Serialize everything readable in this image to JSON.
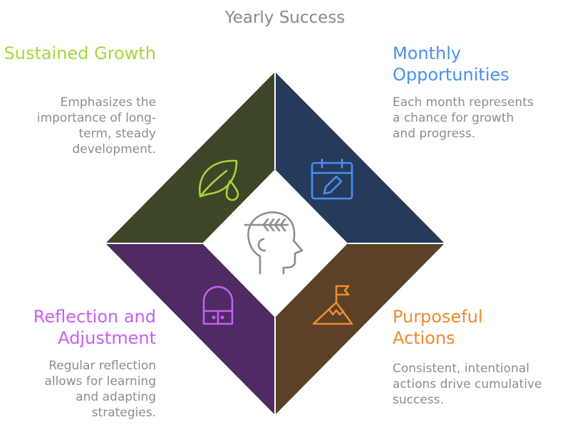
{
  "title": "Yearly Success",
  "quadrants": [
    {
      "heading": "Sustained Growth",
      "description": "Emphasizes the importance of long-term, steady development.",
      "color": "#a7d63a",
      "fill": "#3e4628",
      "icon": "leaf-drop-icon"
    },
    {
      "heading": "Monthly Opportunities",
      "description": "Each month represents a chance for growth and progress.",
      "color": "#4a8ff0",
      "fill": "#263a5c",
      "icon": "calendar-pencil-icon"
    },
    {
      "heading": "Reflection and Adjustment",
      "description": "Regular reflection allows for learning and adapting strategies.",
      "color": "#c65ff0",
      "fill": "#4e2b63",
      "icon": "arch-window-icon"
    },
    {
      "heading": "Purposeful Actions",
      "description": "Consistent, intentional actions drive cumulative success.",
      "color": "#f08a2c",
      "fill": "#5a4127",
      "icon": "mountain-flag-icon"
    }
  ],
  "center": {
    "icon": "head-laurel-icon",
    "color": "#8c8c8c"
  }
}
